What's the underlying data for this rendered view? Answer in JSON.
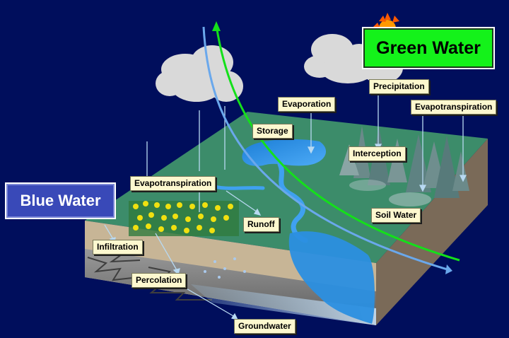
{
  "badges": {
    "green_water": "Green Water",
    "blue_water": "Blue Water"
  },
  "labels": {
    "precipitation": "Precipitation",
    "evaporation": "Evaporation",
    "evapotranspiration_trees": "Evapotranspiration",
    "storage": "Storage",
    "interception": "Interception",
    "evapotranspiration_crops": "Evapotranspiration",
    "runoff": "Runoff",
    "soil_water": "Soil Water",
    "infiltration": "Infiltration",
    "percolation": "Percolation",
    "groundwater": "Groundwater"
  },
  "colors": {
    "background": "#000e5c",
    "green_water": "#14f21a",
    "blue_water": "#3949b8",
    "label_fill": "#fdf8cf"
  }
}
